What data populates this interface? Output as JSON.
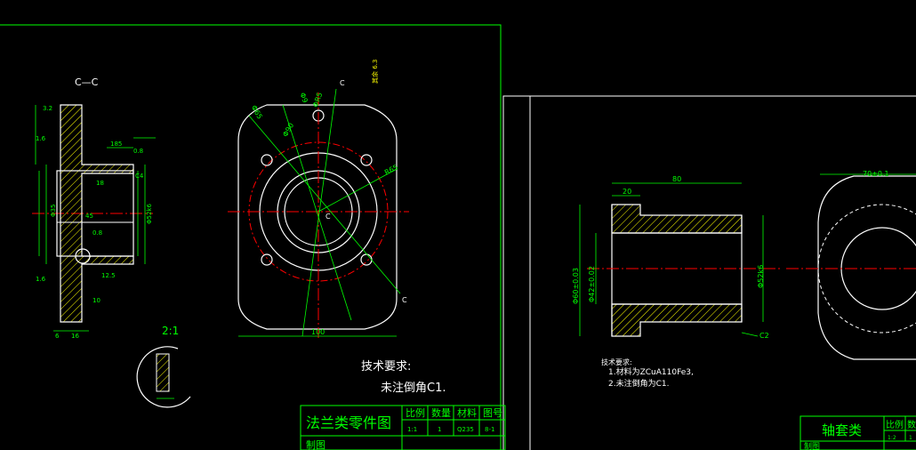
{
  "colors": {
    "background": "#000000",
    "frame": "#00ff00",
    "outline": "#ffffff",
    "centerline": "#ff0000",
    "dimension": "#00ff00",
    "hatch": "#ffff00",
    "text": "#ffffff"
  },
  "left_sheet": {
    "section_label": "C—C",
    "scale_detail_label": "2:1",
    "roughness_note": "其余 6.3",
    "top_view_cut_label_top": "C",
    "top_view_cut_label_bottom": "C",
    "top_view_center_label": "C",
    "tech_title": "技术要求:",
    "tech_item": "未注倒角C1.",
    "dims_section": [
      "3.2",
      "1.6",
      "185",
      "0.8",
      "C4",
      "18",
      "Φ35",
      "Φ52k6",
      "45",
      "0.8",
      "1.6",
      "12.5",
      "6",
      "16",
      "10"
    ],
    "dims_top": [
      "Φ65",
      "Φ9",
      "Φ90",
      "ΦR5",
      "R65"
    ],
    "dim_width_top": "100",
    "title_block": {
      "title": "法兰类零件图",
      "headers": [
        "比例",
        "数量",
        "材料",
        "图号"
      ],
      "values": [
        "1:1",
        "1",
        "Q235",
        "8-1"
      ],
      "row_label": "制图"
    }
  },
  "right_sheet": {
    "dim_length": "80",
    "dim_shoulder": "20",
    "dim_od_left": "Φ60±0.03",
    "dim_id": "Φ42±0.02",
    "dim_od_right": "Φ52k6",
    "chamfer": "C2",
    "end_view_dim": "70±0.1",
    "tech_title": "技术要求:",
    "tech_items": [
      "1.材料为ZCuA110Fe3,",
      "2.未注倒角为C1."
    ],
    "title_block": {
      "title": "轴套类",
      "headers": [
        "比例",
        "数"
      ],
      "values": [
        "1:2",
        "1"
      ],
      "row_label": "制图"
    }
  }
}
